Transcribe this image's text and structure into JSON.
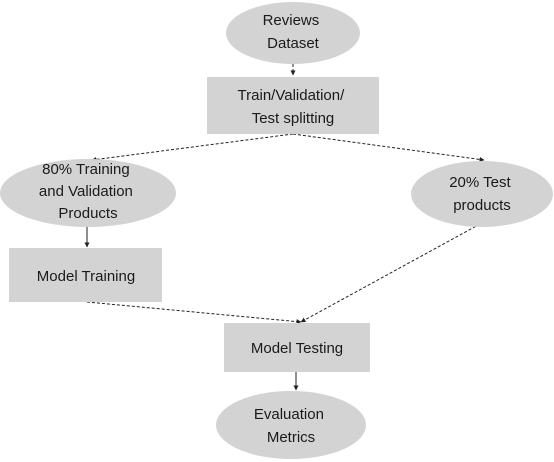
{
  "colors": {
    "node_fill": "#d3d3d3",
    "arrow": "#222222",
    "text": "#1a1a1a"
  },
  "nodes": {
    "reviews_dataset": {
      "shape": "ellipse",
      "lines": [
        "Reviews",
        "Dataset"
      ]
    },
    "split": {
      "shape": "rectangle",
      "lines": [
        "Train/Validation/",
        "Test splitting"
      ]
    },
    "train_val_products": {
      "shape": "ellipse",
      "lines": [
        "80% Training",
        "and Validation",
        "Products"
      ]
    },
    "test_products": {
      "shape": "ellipse",
      "lines": [
        "20% Test",
        "products"
      ]
    },
    "model_training": {
      "shape": "rectangle",
      "lines": [
        "Model Training"
      ]
    },
    "model_testing": {
      "shape": "rectangle",
      "lines": [
        "Model Testing"
      ]
    },
    "evaluation_metrics": {
      "shape": "ellipse",
      "lines": [
        "Evaluation",
        "Metrics"
      ]
    }
  },
  "edges": [
    {
      "from": "reviews_dataset",
      "to": "split",
      "style": "dashed"
    },
    {
      "from": "split",
      "to": "train_val_products",
      "style": "dashed"
    },
    {
      "from": "split",
      "to": "test_products",
      "style": "dashed"
    },
    {
      "from": "train_val_products",
      "to": "model_training",
      "style": "solid"
    },
    {
      "from": "model_training",
      "to": "model_testing",
      "style": "dashed"
    },
    {
      "from": "test_products",
      "to": "model_testing",
      "style": "dashed"
    },
    {
      "from": "model_testing",
      "to": "evaluation_metrics",
      "style": "solid"
    }
  ]
}
